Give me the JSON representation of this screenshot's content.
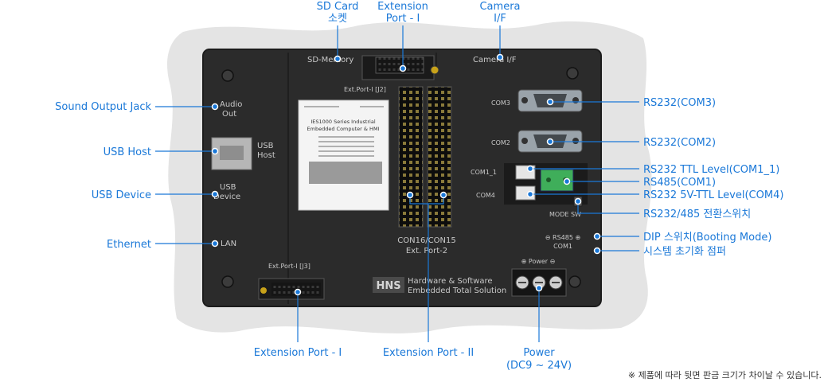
{
  "top_labels": {
    "sd_card": [
      "SD Card",
      "소켓"
    ],
    "ext_port_top": [
      "Extension",
      "Port - I"
    ],
    "camera": [
      "Camera",
      "I/F"
    ]
  },
  "left_labels": {
    "sound": "Sound Output Jack",
    "usb_host": "USB Host",
    "usb_device": "USB Device",
    "ethernet": "Ethernet"
  },
  "right_labels": {
    "com3": "RS232(COM3)",
    "com2": "RS232(COM2)",
    "com1_1": "RS232 TTL Level(COM1_1)",
    "rs485": "RS485(COM1)",
    "com4": "RS232 5V-TTL Level(COM4)",
    "mode_switch": "RS232/485 전환스위치",
    "dip": "DIP 스위치(Booting Mode)",
    "jumper": "시스템 초기화 점퍼"
  },
  "bottom_labels": {
    "ext_port_1": "Extension Port - I",
    "ext_port_2": "Extension Port - II",
    "power": [
      "Power",
      "(DC9 ~ 24V)"
    ]
  },
  "board_silkscreen": {
    "sd_memory": "SD-Memory",
    "camera_if": "Camera I/F",
    "ext_port_j2": "Ext.Port-I [J2]",
    "audio_out": [
      "Audio",
      "Out"
    ],
    "usb_host": [
      "USB",
      "Host"
    ],
    "usb_device": [
      "USB",
      "Device"
    ],
    "lan": "LAN",
    "com3": "COM3",
    "com2": "COM2",
    "com1_1": "COM1_1",
    "com4": "COM4",
    "mode_sw": "MODE SW",
    "con16_15": [
      "CON16/CON15",
      "Ext. Port-2"
    ],
    "rs485_com1": [
      "⊖ RS485 ⊕",
      "COM1"
    ],
    "power": "⊕ Power ⊖",
    "ext_port_j3": "Ext.Port-I [J3]",
    "brand": "HNS",
    "brand_text": [
      "Hardware & Software",
      "Embedded Total Solution"
    ]
  },
  "sticker": {
    "series": "IES1000 Series Industrial",
    "desc": "Embedded Computer & HMI"
  },
  "footnote": "※ 제품에 따라 뒷면 판금 크기가 차이날 수 있습니다.",
  "colors": {
    "accent": "#1a78d8",
    "board": "#2b2b2b",
    "cloud": "#e4e4e4"
  }
}
